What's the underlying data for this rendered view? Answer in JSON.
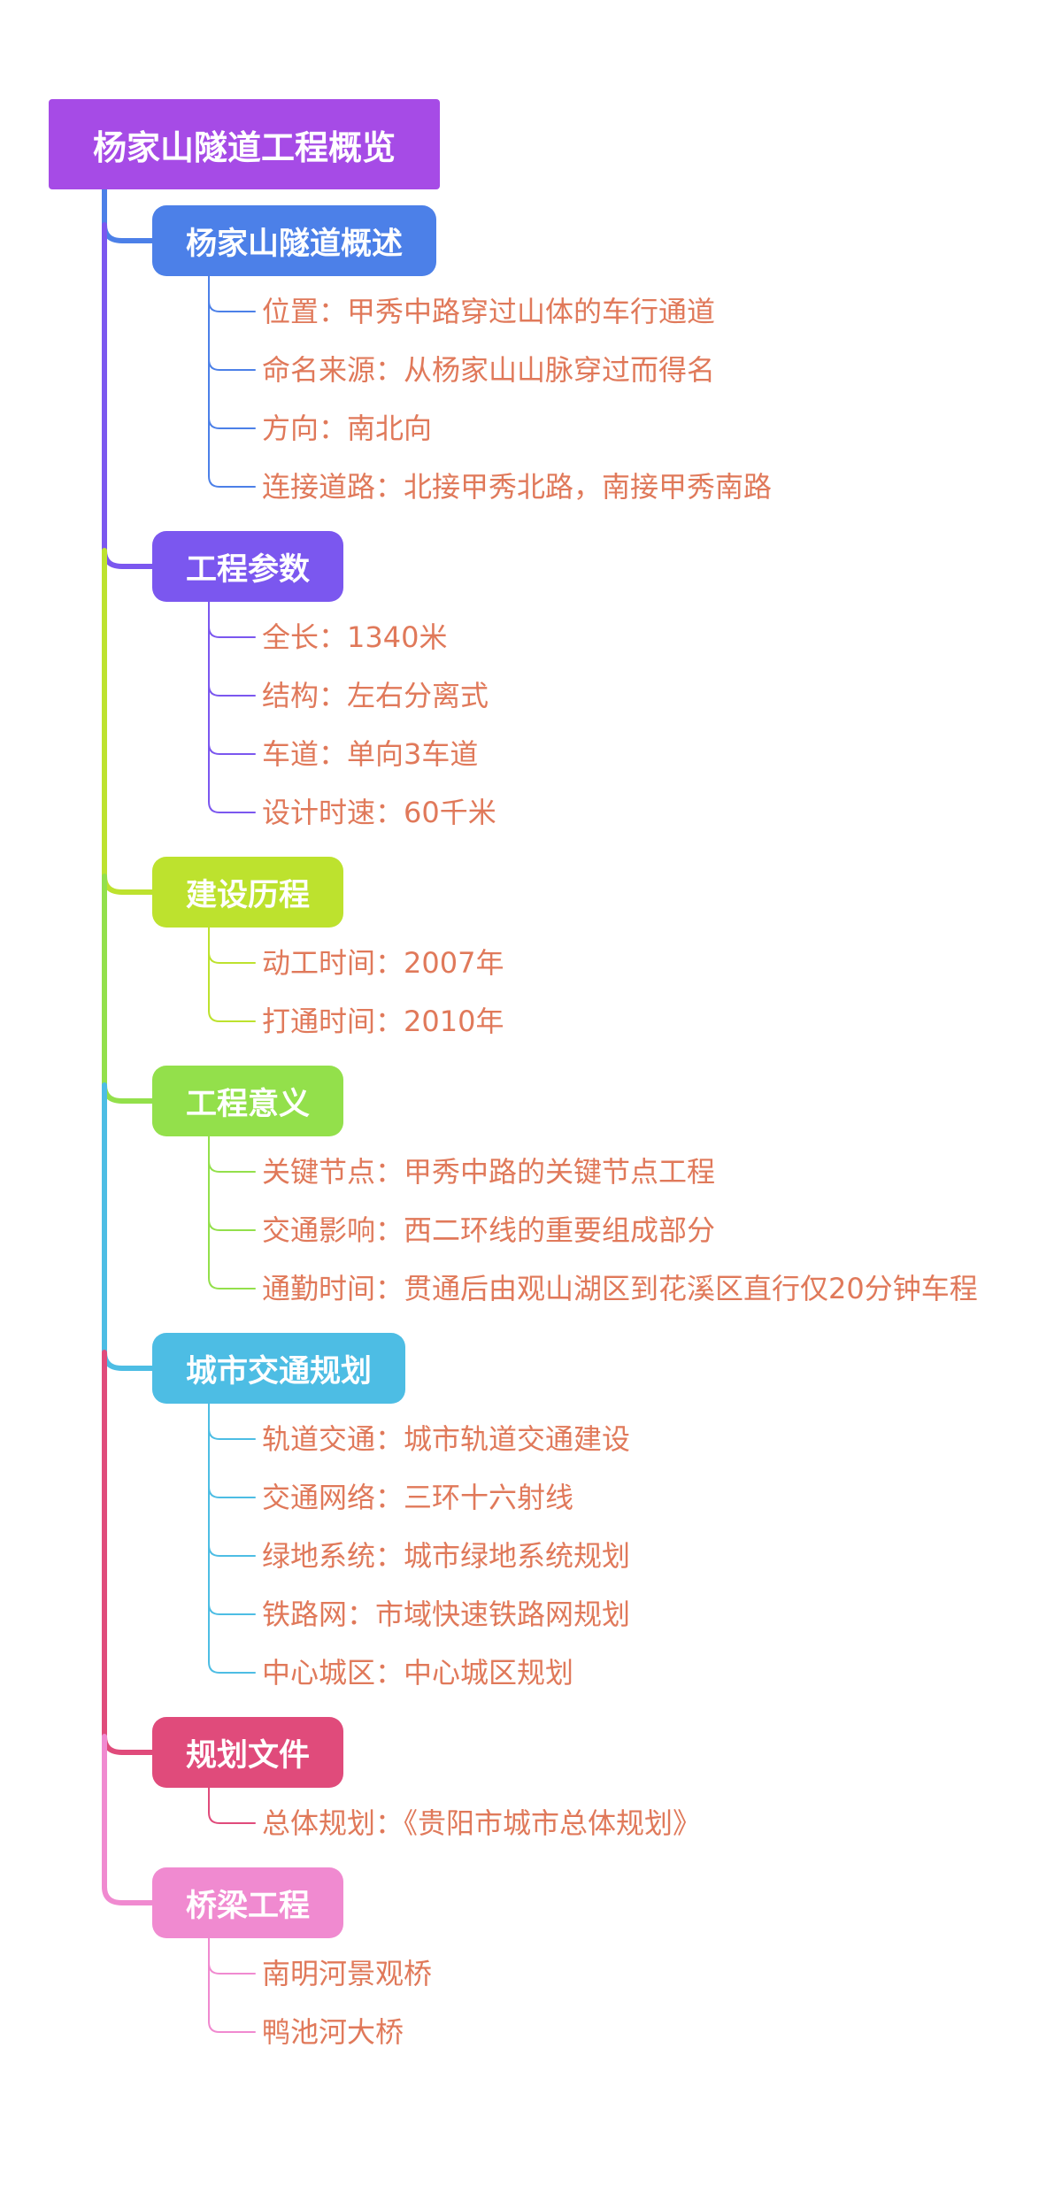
{
  "root": {
    "title": "杨家山隧道工程概览",
    "color": "#a64be6"
  },
  "branches": [
    {
      "title": "杨家山隧道概述",
      "color": "#4c80e8",
      "items": [
        "位置：甲秀中路穿过山体的车行通道",
        "命名来源：从杨家山山脉穿过而得名",
        "方向：南北向",
        "连接道路：北接甲秀北路，南接甲秀南路"
      ]
    },
    {
      "title": "工程参数",
      "color": "#7b57ef",
      "items": [
        "全长：1340米",
        "结构：左右分离式",
        "车道：单向3车道",
        "设计时速：60千米"
      ]
    },
    {
      "title": "建设历程",
      "color": "#bde22e",
      "items": [
        "动工时间：2007年",
        "打通时间：2010年"
      ]
    },
    {
      "title": "工程意义",
      "color": "#93e04b",
      "items": [
        "关键节点：甲秀中路的关键节点工程",
        "交通影响：西二环线的重要组成部分",
        "通勤时间：贯通后由观山湖区到花溪区直行仅20分钟车程"
      ]
    },
    {
      "title": "城市交通规划",
      "color": "#4dbde4",
      "items": [
        "轨道交通：城市轨道交通建设",
        "交通网络：三环十六射线",
        "绿地系统：城市绿地系统规划",
        "铁路网：市域快速铁路网规划",
        "中心城区：中心城区规划"
      ]
    },
    {
      "title": "规划文件",
      "color": "#e04b7b",
      "items": [
        "总体规划：《贵阳市城市总体规划》"
      ]
    },
    {
      "title": "桥梁工程",
      "color": "#f08ad0",
      "items": [
        "南明河景观桥",
        "鸭池河大桥"
      ]
    }
  ],
  "leaf_text_color": "#e0795a"
}
